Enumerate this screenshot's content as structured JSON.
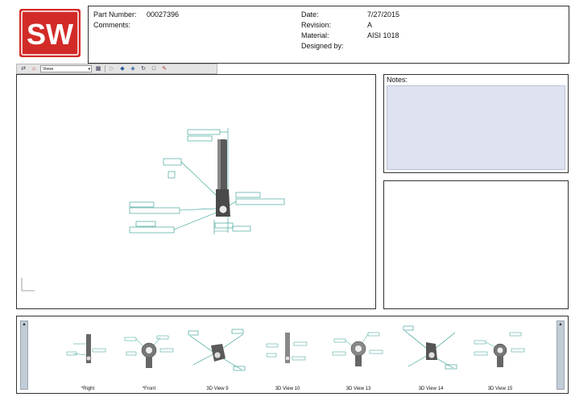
{
  "logo": {
    "letters": "SW",
    "color": "#d22b27"
  },
  "header": {
    "part_number_label": "Part Number:",
    "part_number_value": "00027396",
    "comments_label": "Comments:",
    "date_label": "Date:",
    "date_value": "7/27/2015",
    "revision_label": "Revision:",
    "revision_value": "A",
    "material_label": "Material:",
    "material_value": "AISI 1018",
    "designed_by_label": "Designed by:"
  },
  "toolbar": {
    "view_combo": "Views"
  },
  "notes": {
    "label": "Notes:"
  },
  "thumbnails": [
    {
      "label": "*Right"
    },
    {
      "label": "*Front"
    },
    {
      "label": "3D View 9"
    },
    {
      "label": "3D View 10"
    },
    {
      "label": "3D View 13"
    },
    {
      "label": "3D View 14"
    },
    {
      "label": "3D View 15"
    }
  ],
  "colors": {
    "annotation": "#2a9a8e",
    "part": "#555555",
    "notes_bg": "#dfe2f0"
  }
}
